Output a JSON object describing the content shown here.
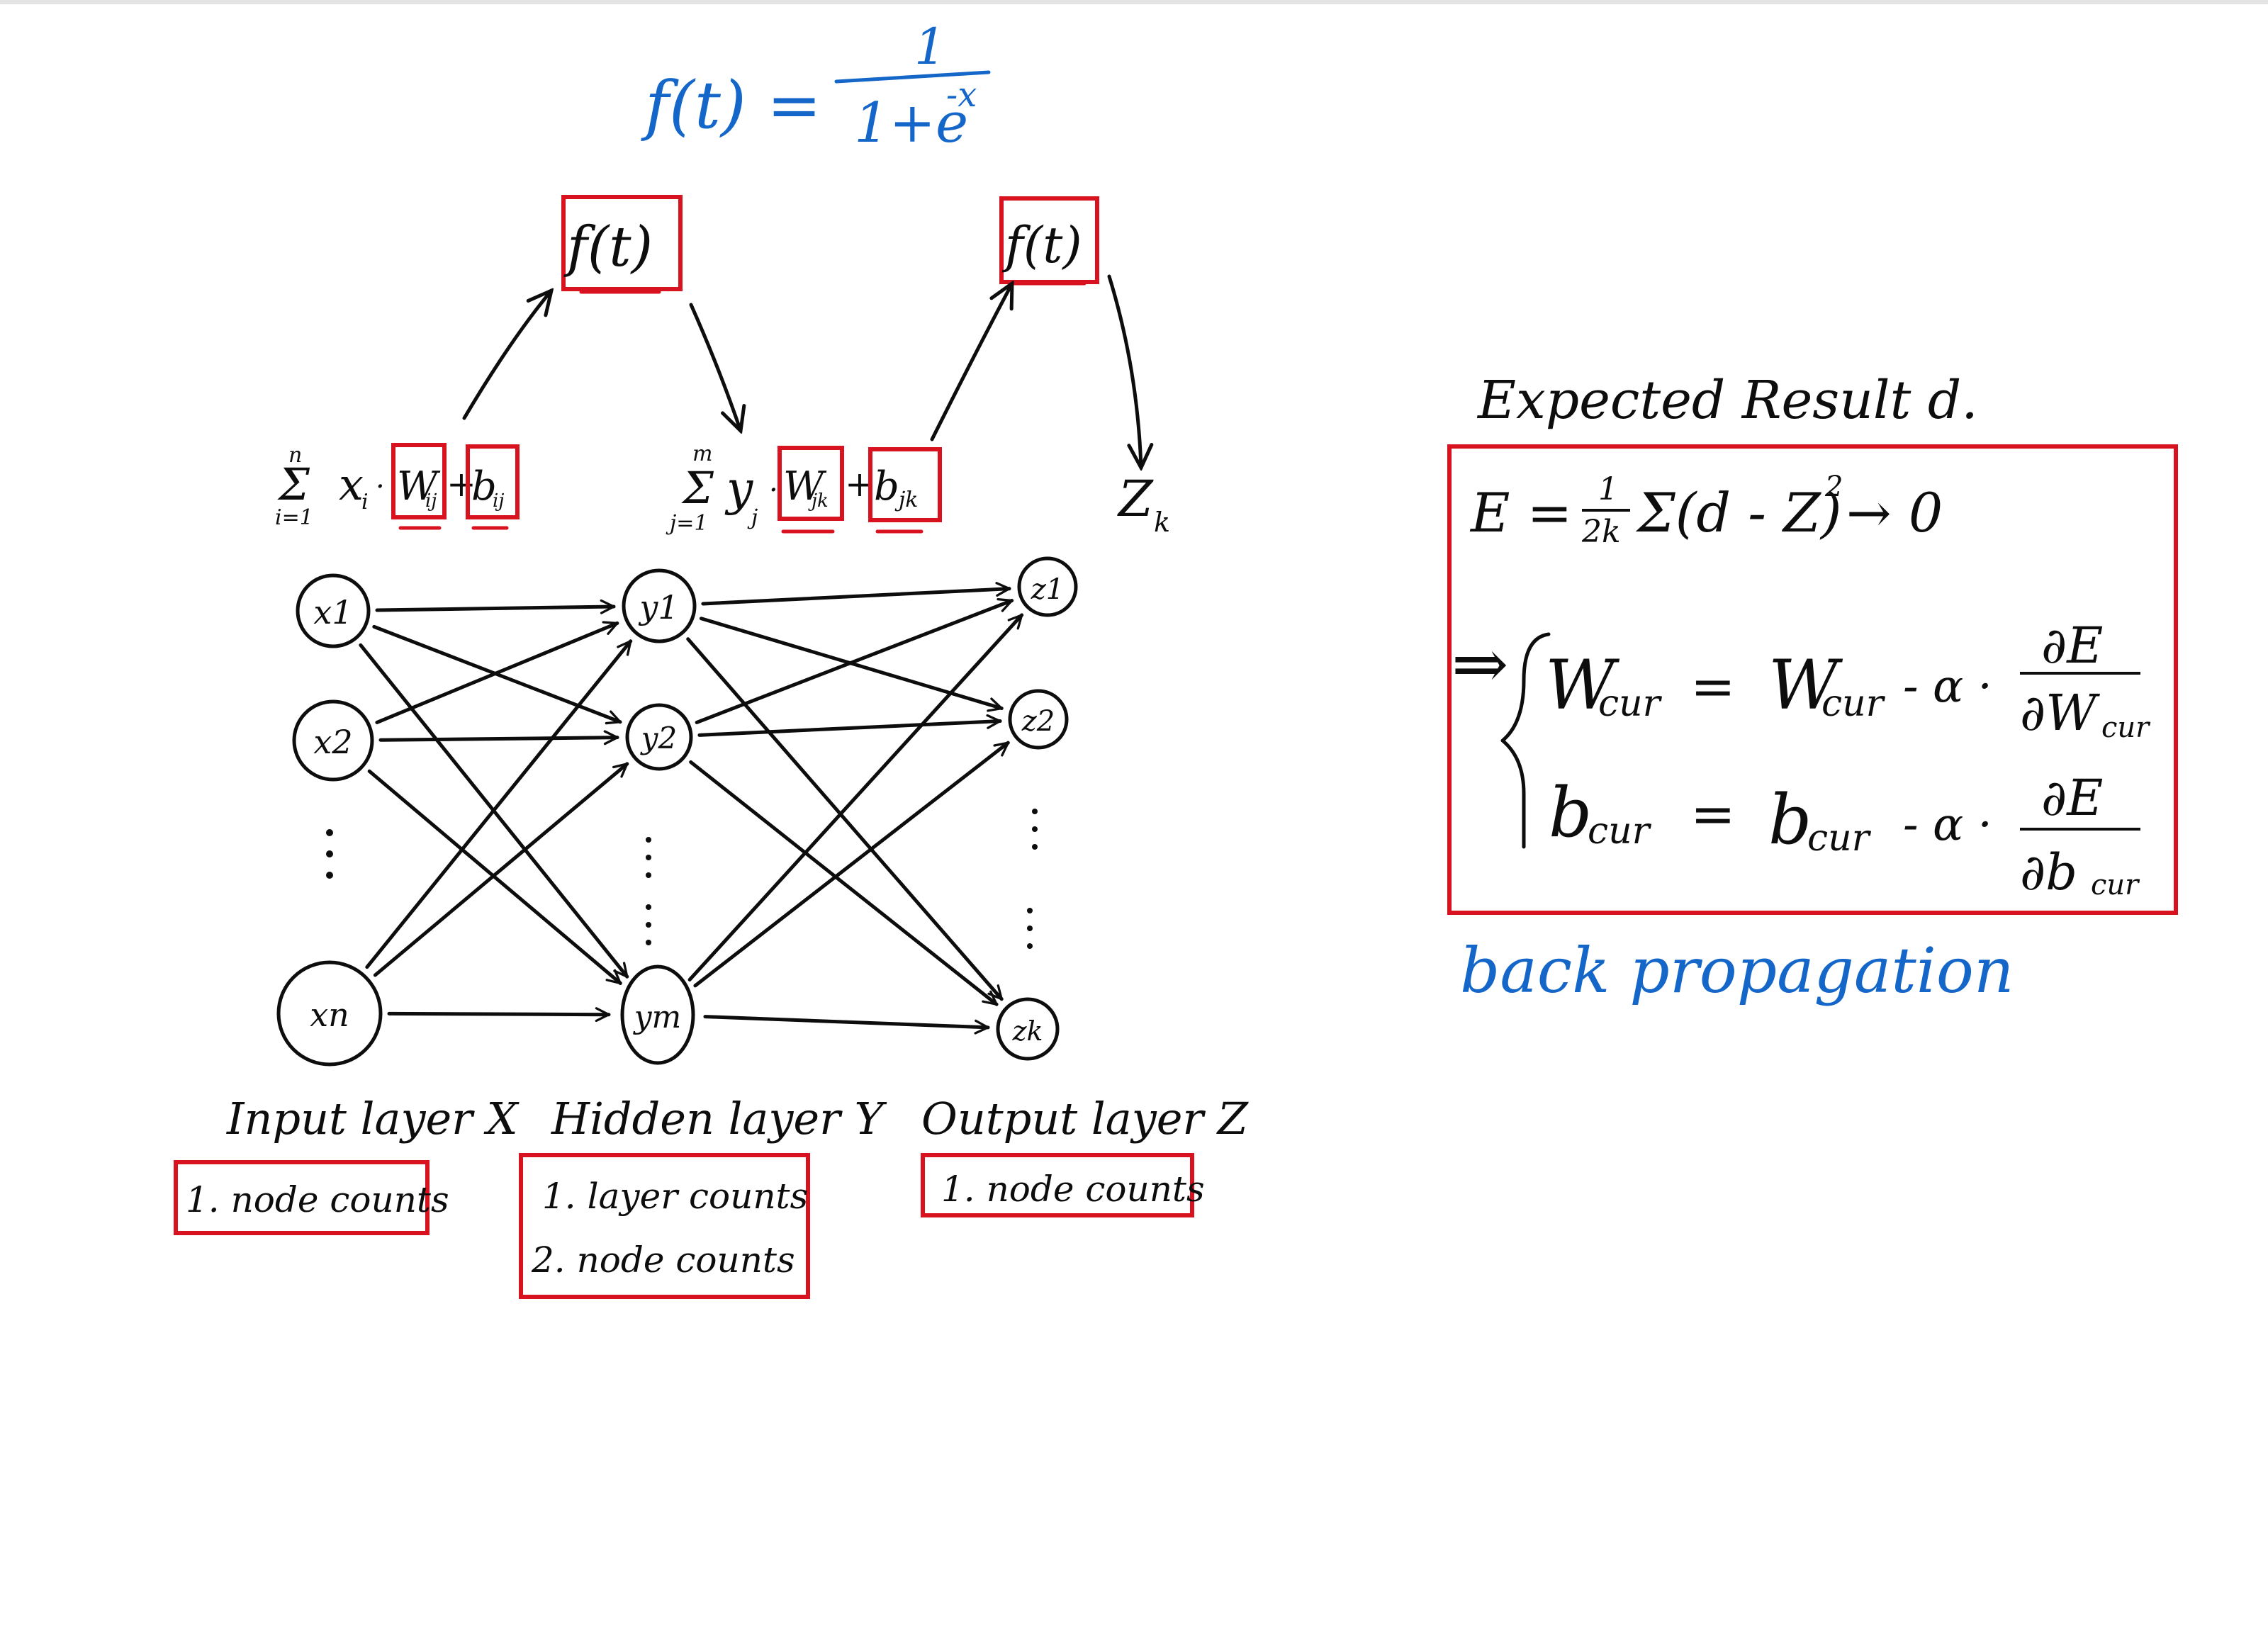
{
  "sigmoid": {
    "lhs": "f(t) =",
    "numerator": "1",
    "denominator": "1+e",
    "exponent": "-x"
  },
  "activation": {
    "hidden": "f(t)",
    "output": "f(t)"
  },
  "input_sum": {
    "sigma": "Σ",
    "upper": "n",
    "lower": "i=1",
    "var": "x",
    "var_sub": "i",
    "dot": "·",
    "weight": "W",
    "weight_sub": "ij",
    "plus": "+",
    "bias": "b",
    "bias_sub": "ij"
  },
  "hidden_sum": {
    "sigma": "Σ",
    "upper": "m",
    "lower": "j=1",
    "var": "y",
    "var_sub": "j",
    "dot": "·",
    "weight": "W",
    "weight_sub": "jk",
    "plus": "+",
    "bias": "b",
    "bias_sub": "jk"
  },
  "output_symbol": {
    "base": "Z",
    "sub": "k"
  },
  "nodes": {
    "input": [
      "x1",
      "x2",
      "xn"
    ],
    "hidden": [
      "y1",
      "y2",
      "ym"
    ],
    "output": [
      "z1",
      "z2",
      "zk"
    ]
  },
  "layers": [
    {
      "title": "Input layer X",
      "items": [
        "1. node counts"
      ]
    },
    {
      "title": "Hidden layer Y",
      "items": [
        "1. layer counts",
        "2. node counts"
      ]
    },
    {
      "title": "Output layer Z",
      "items": [
        "1. node counts"
      ]
    }
  ],
  "expected_result": "Expected Result d.",
  "error_eq": {
    "lhs": "E =",
    "frac_num": "1",
    "frac_den": "2k",
    "body": "Σ(d - Z)",
    "power": "2",
    "limit": "→ 0"
  },
  "update_w": {
    "implies": "⇒",
    "lhs": "W",
    "lhs_sub": "cur",
    "eq": "=",
    "rhs": "W",
    "rhs_sub": "cur",
    "minus": "- α ·",
    "num": "∂E",
    "den": "∂W",
    "den_sub": "cur"
  },
  "update_b": {
    "lhs": "b",
    "lhs_sub": "cur",
    "eq": "=",
    "rhs": "b",
    "rhs_sub": "cur",
    "minus": "- α ·",
    "num": "∂E",
    "den": "∂b",
    "den_sub": "cur"
  },
  "caption": "back propagation",
  "colors": {
    "ink": "#0d0d0d",
    "highlight": "#d8121f",
    "note": "#1466c9"
  }
}
